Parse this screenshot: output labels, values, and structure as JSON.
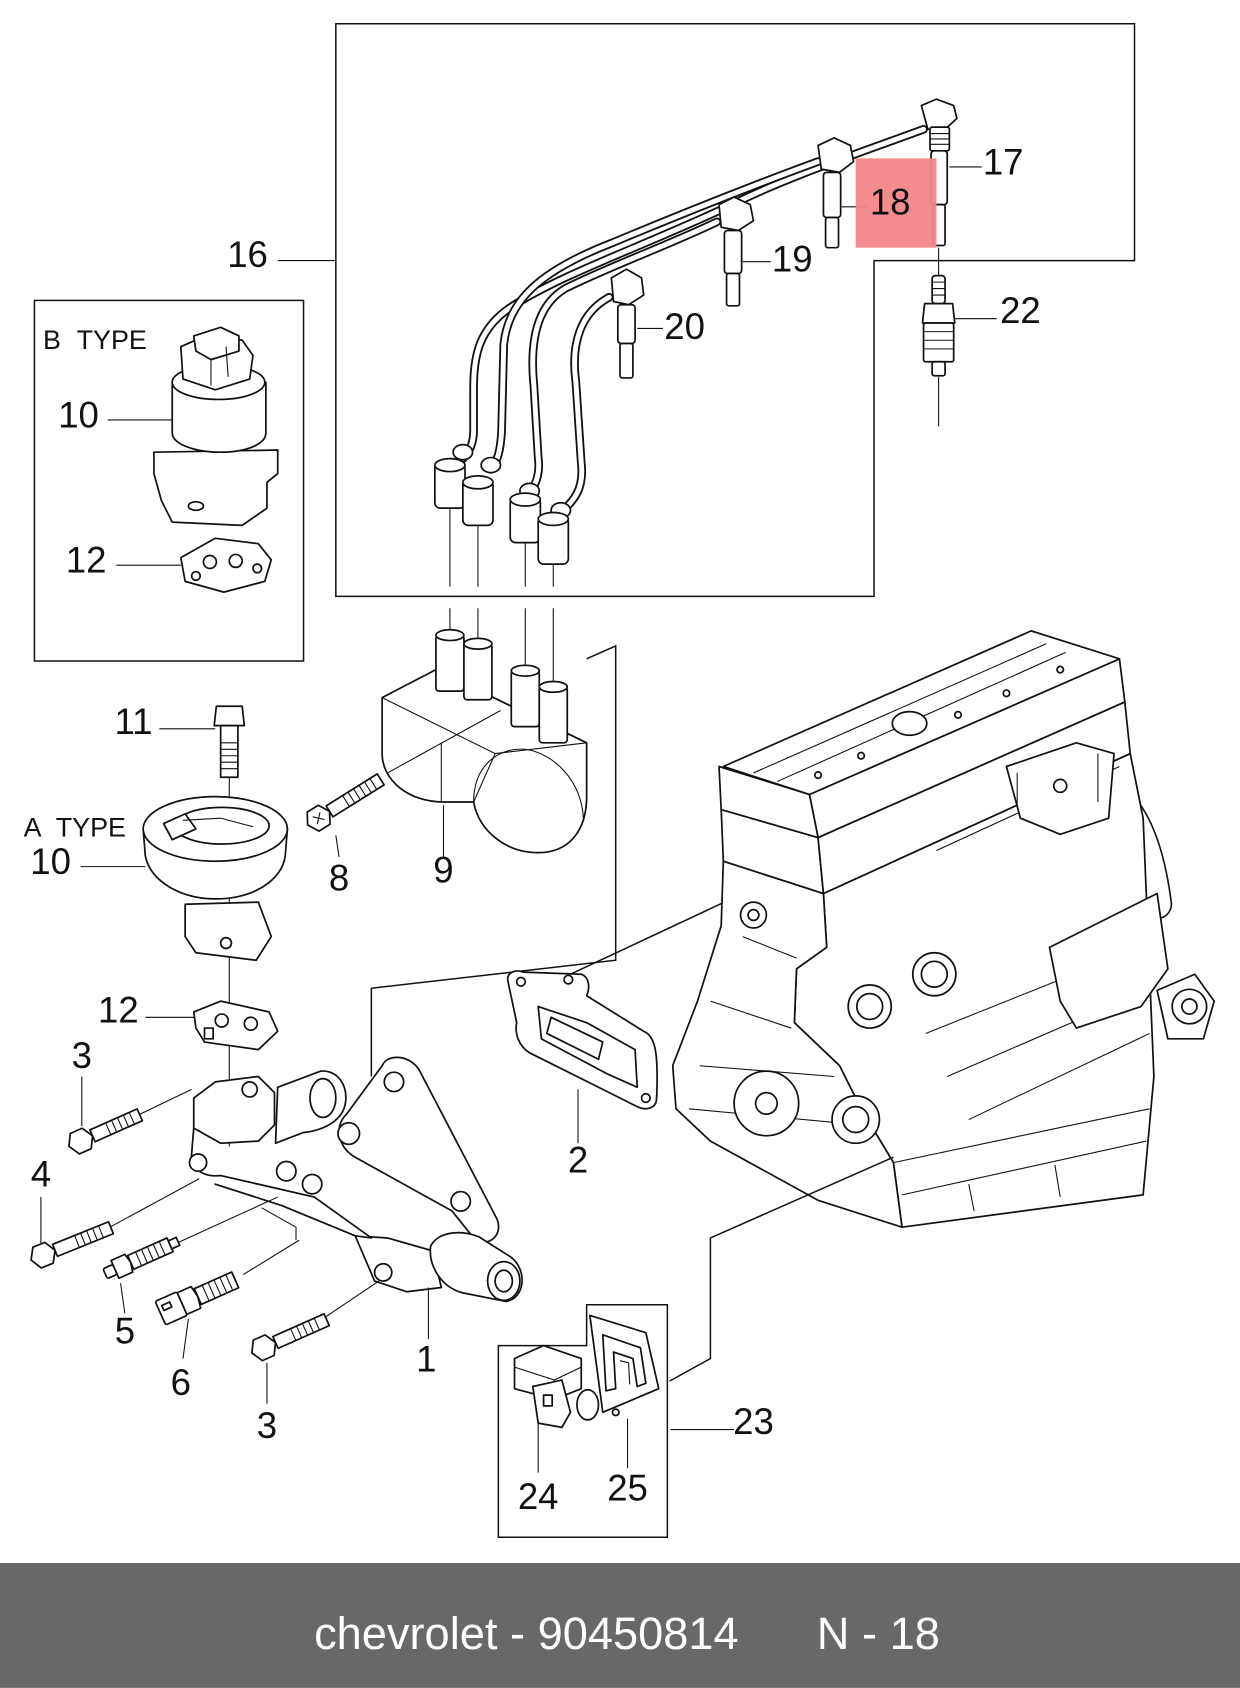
{
  "diagram": {
    "type_labels": {
      "b_type": "B TYPE",
      "a_type": "A TYPE"
    },
    "callouts": [
      "16",
      "17",
      "18",
      "19",
      "20",
      "22",
      "10",
      "12",
      "11",
      "10",
      "8",
      "9",
      "12",
      "3",
      "4",
      "5",
      "6",
      "3",
      "1",
      "2",
      "23",
      "24",
      "25"
    ]
  },
  "footer": {
    "part_label": "chevrolet - 90450814",
    "ref_label": "N - 18"
  },
  "colors": {
    "highlight": "#f28688",
    "highlight_text": "#6e1616",
    "footer_bg": "#686868",
    "footer_text": "#ffffff",
    "line_art": "#111111",
    "background": "#ffffff"
  }
}
